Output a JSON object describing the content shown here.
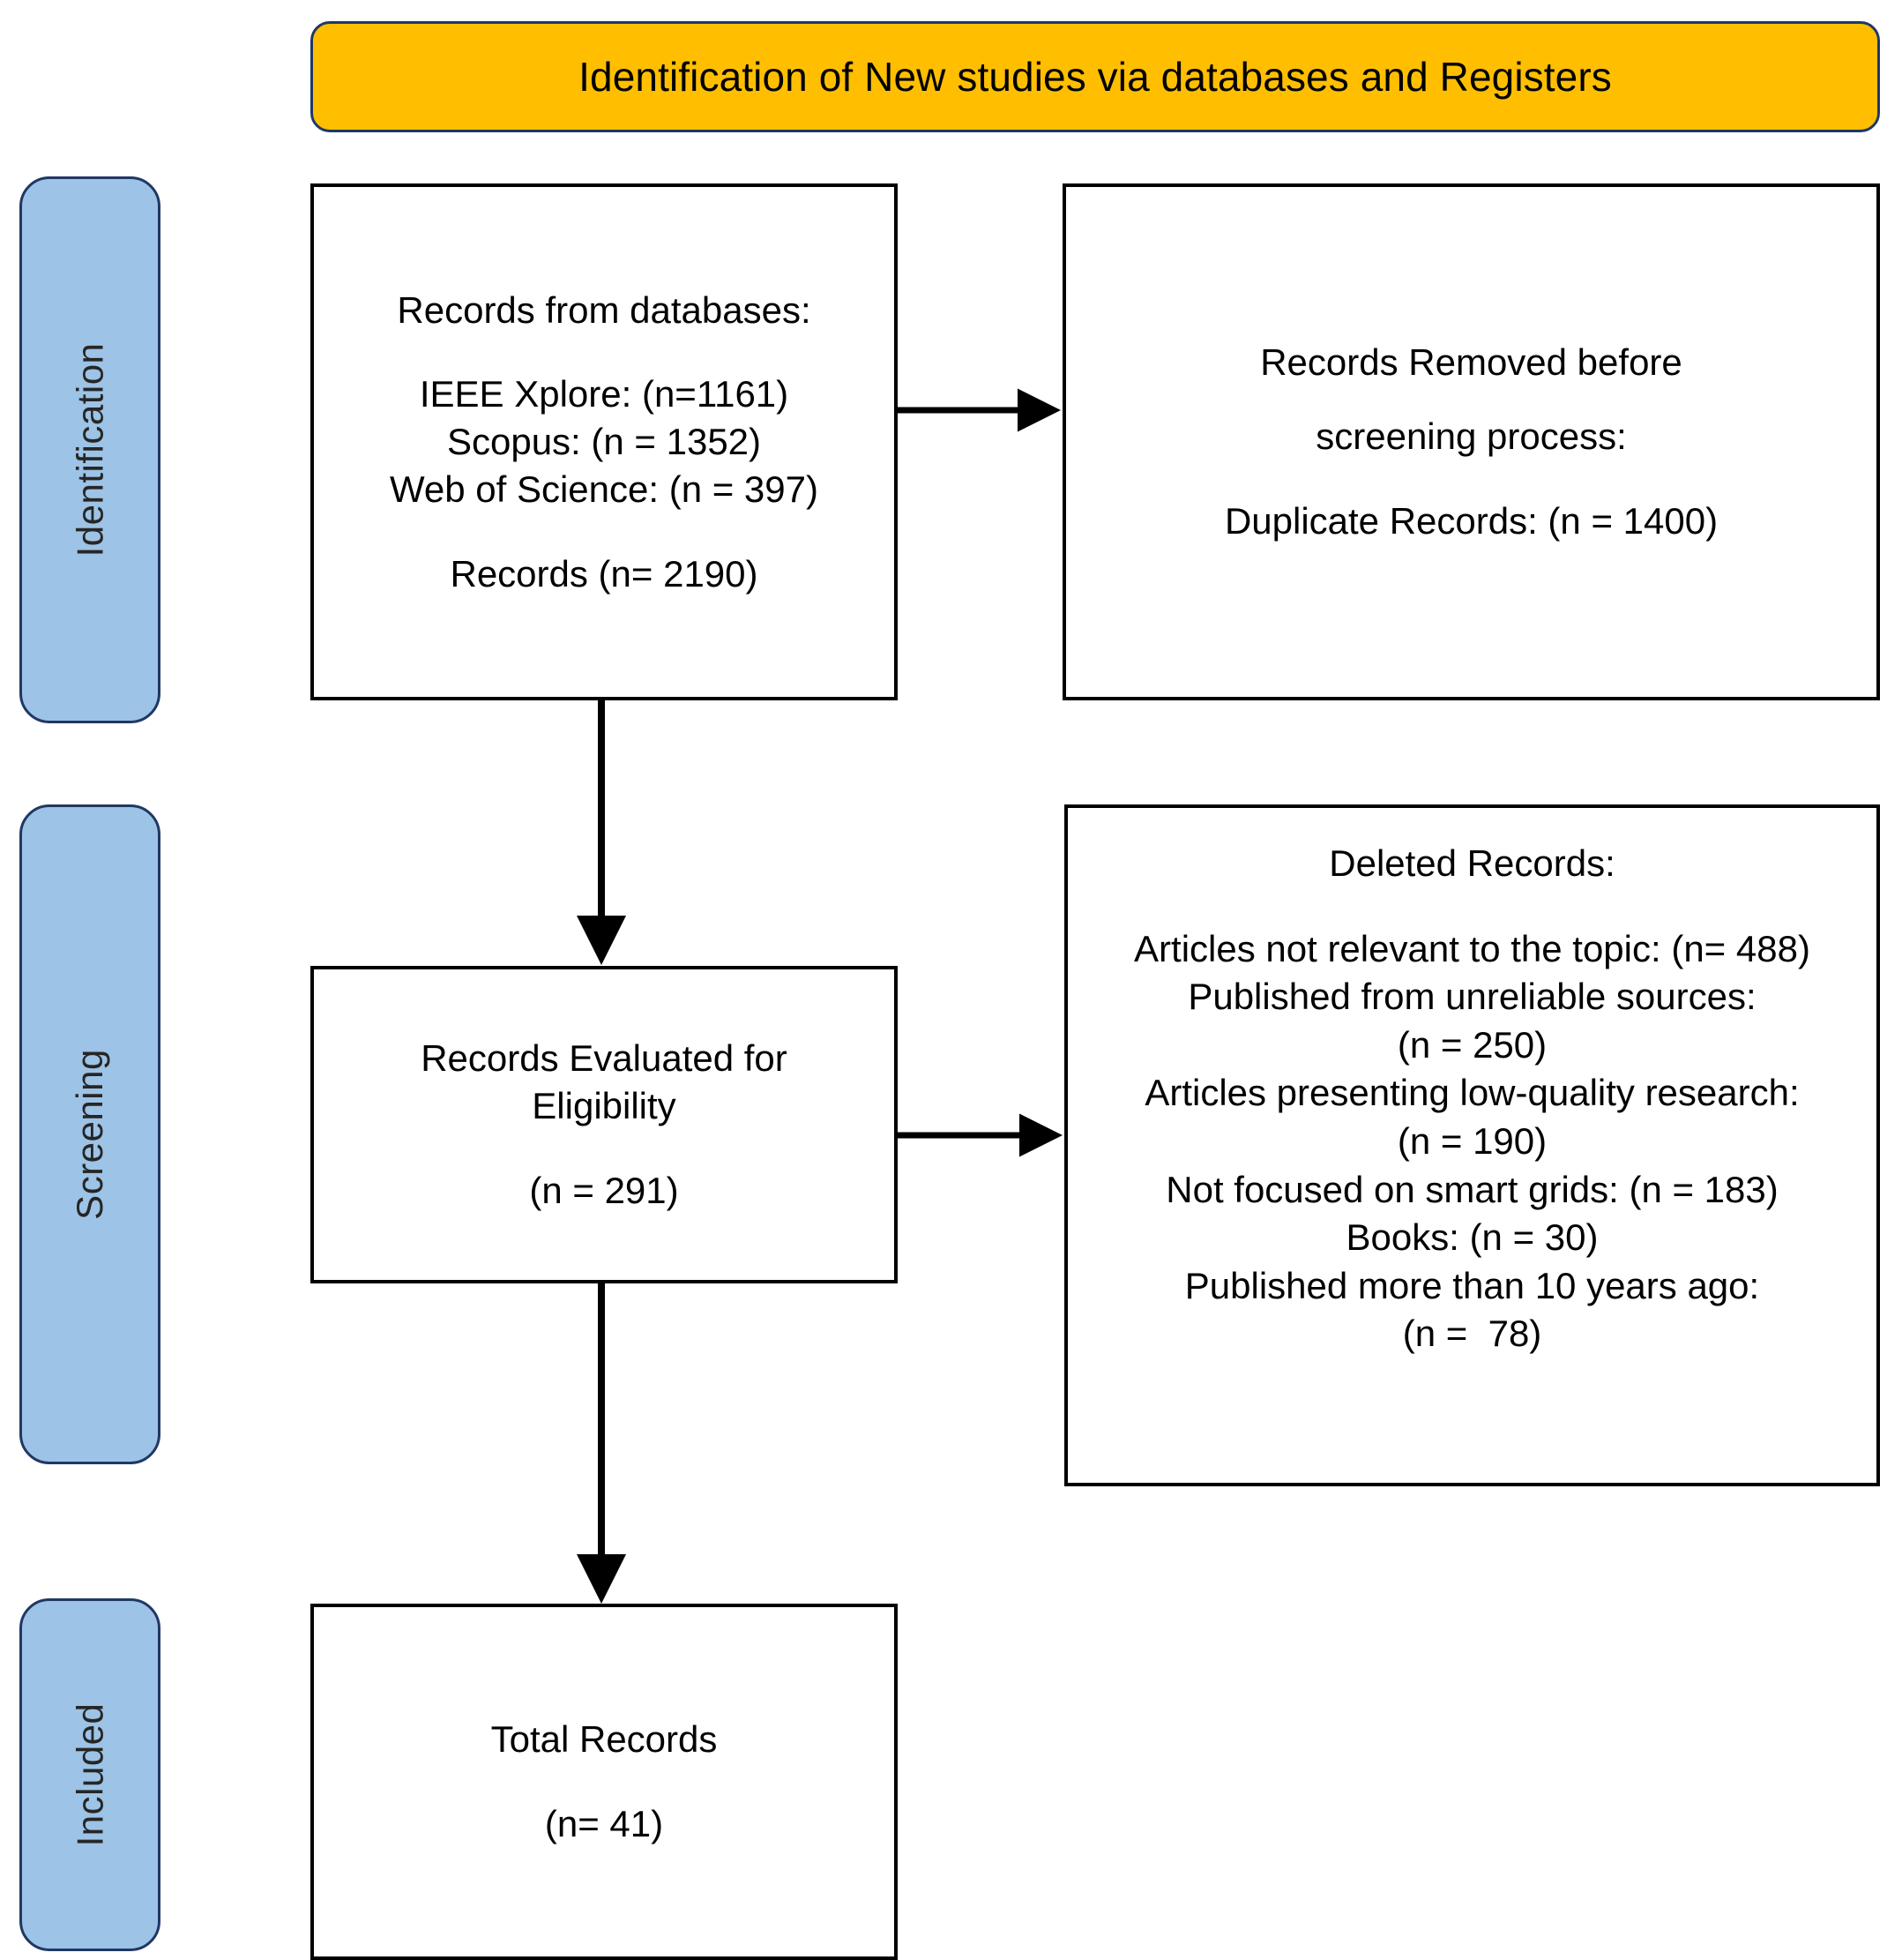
{
  "banner": {
    "title": "Identification of New studies via databases and Registers",
    "fill": "#FFBF00",
    "border": "#203864"
  },
  "stages": [
    {
      "label": "Identification"
    },
    {
      "label": "Screening"
    },
    {
      "label": "Included"
    }
  ],
  "stage_style": {
    "fill": "#9DC3E6",
    "border": "#203864"
  },
  "boxes": {
    "records_identified": {
      "lines": [
        "Records from databases:",
        "IEEE Xplore: (n=1161)",
        "Scopus: (n = 1352)",
        "Web of Science: (n = 397)",
        "Records (n= 2190)"
      ]
    },
    "records_removed": {
      "lines": [
        "Records Removed before",
        "screening process:",
        "Duplicate Records: (n = 1400)"
      ]
    },
    "records_evaluated": {
      "lines": [
        "Records Evaluated for",
        "Eligibility",
        "(n = 291)"
      ]
    },
    "deleted_records": {
      "lines": [
        "Deleted Records:",
        "Articles not relevant to the topic: (n= 488)",
        "Published from unreliable sources:",
        "(n = 250)",
        "Articles presenting low-quality research:",
        "(n = 190)",
        "Not focused on smart grids: (n = 183)",
        "Books: (n = 30)",
        "Published more than 10 years ago:",
        "(n =  78)"
      ]
    },
    "total_records": {
      "lines": [
        "Total Records",
        "(n= 41)"
      ]
    }
  },
  "chart_data": {
    "type": "diagram",
    "title": "Identification of New studies via databases and Registers",
    "stages": [
      "Identification",
      "Screening",
      "Included"
    ],
    "nodes": [
      {
        "id": "records_identified",
        "stage": "Identification",
        "label": "Records from databases",
        "counts": {
          "IEEE Xplore": 1161,
          "Scopus": 1352,
          "Web of Science": 397,
          "Records": 2190
        }
      },
      {
        "id": "records_removed",
        "stage": "Identification",
        "label": "Records Removed before screening process",
        "counts": {
          "Duplicate Records": 1400
        }
      },
      {
        "id": "records_evaluated",
        "stage": "Screening",
        "label": "Records Evaluated for Eligibility",
        "counts": {
          "n": 291
        }
      },
      {
        "id": "deleted_records",
        "stage": "Screening",
        "label": "Deleted Records",
        "counts": {
          "Articles not relevant to the topic": 488,
          "Published from unreliable sources": 250,
          "Articles presenting low-quality research": 190,
          "Not focused on smart grids": 183,
          "Books": 30,
          "Published more than 10 years ago": 78
        }
      },
      {
        "id": "total_records",
        "stage": "Included",
        "label": "Total Records",
        "counts": {
          "n": 41
        }
      }
    ],
    "edges": [
      {
        "from": "records_identified",
        "to": "records_removed",
        "direction": "right"
      },
      {
        "from": "records_identified",
        "to": "records_evaluated",
        "direction": "down"
      },
      {
        "from": "records_evaluated",
        "to": "deleted_records",
        "direction": "right"
      },
      {
        "from": "records_evaluated",
        "to": "total_records",
        "direction": "down"
      }
    ]
  }
}
